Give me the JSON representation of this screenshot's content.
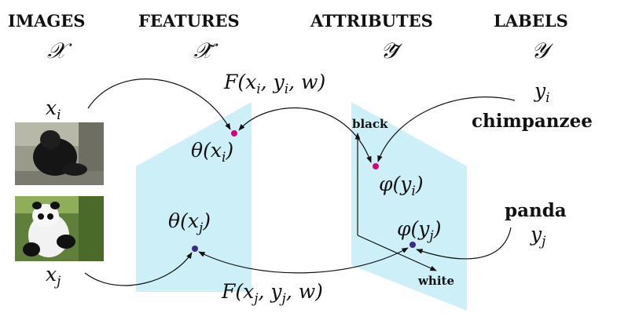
{
  "headers": {
    "images": "IMAGES",
    "features": "FEATURES",
    "attributes": "ATTRIBUTES",
    "labels": "LABELS"
  },
  "symbols": {
    "images": "𝒳",
    "features": "𝒳̃",
    "attributes": "𝒴̃",
    "labels": "𝒴"
  },
  "inputs": {
    "xi_base": "x",
    "xi_sub": "i",
    "xj_base": "x",
    "xj_sub": "j"
  },
  "outputs": {
    "yi_base": "y",
    "yi_sub": "i",
    "yj_base": "y",
    "yj_sub": "j",
    "label_i": "chimpanzee",
    "label_j": "panda"
  },
  "embeddings": {
    "theta": "θ",
    "phi": "φ"
  },
  "compat": {
    "F": "F",
    "w": "w"
  },
  "axes": {
    "black": "black",
    "white": "white"
  },
  "colors": {
    "plane": "#cdeff8",
    "dot_i": "#d1007a",
    "dot_j": "#3b2a8a"
  },
  "images": {
    "top": "chimpanzee-photo",
    "bottom": "panda-photo"
  }
}
